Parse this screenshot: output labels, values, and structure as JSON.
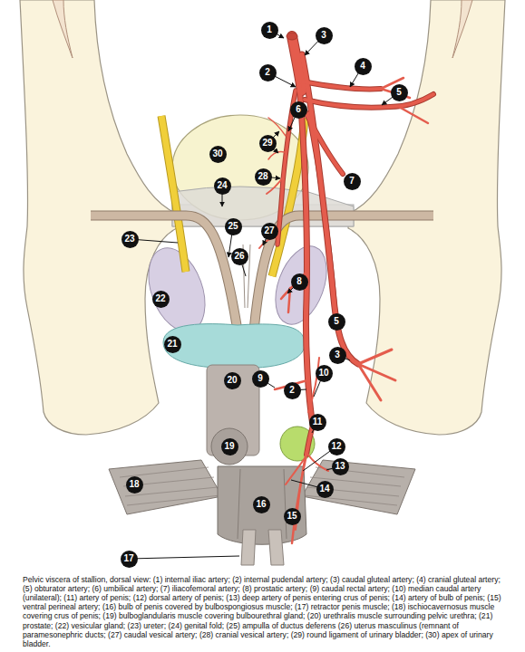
{
  "diagram": {
    "caption": "Pelvic viscera of stallion, dorsal view: (1) internal iliac artery; (2) internal pudendal artery; (3) caudal gluteal artery; (4) cranial gluteal artery; (5) obturator artery; (6) umbilical artery; (7) iliacofemoral artery; (8) prostatic artery; (9) caudal rectal artery; (10) median caudal artery (unilateral); (11) artery of penis; (12) dorsal artery of penis; (13) deep artery of penis entering crus of penis; (14) artery of bulb of penis; (15) ventral perineal artery; (16) bulb of penis covered by bulbospongiosus muscle; (17) retractor penis muscle; (18) ischiocavernosus muscle covering crus of penis; (19) bulboglandularis muscle covering bulbourethral gland; (20) urethralis muscle surrounding pelvic urethra; (21) prostate; (22) vesicular gland; (23) ureter; (24) genital fold; (25) ampulla of ductus deferens (26) uterus masculinus (remnant of paramesonephric ducts; (27) caudal vesical artery; (28) cranial vesical artery; (29) round ligament of urinary bladder; (30) apex of urinary bladder.",
    "nodes": [
      {
        "text": [
          "1"
        ]
      },
      {
        "text": [
          "2"
        ]
      },
      {
        "text": [
          "2"
        ]
      },
      {
        "text": [
          "3"
        ]
      },
      {
        "text": [
          "3"
        ]
      },
      {
        "text": [
          "4"
        ]
      },
      {
        "text": [
          "5"
        ]
      },
      {
        "text": [
          "5"
        ]
      },
      {
        "text": [
          "6"
        ]
      },
      {
        "text": [
          "7"
        ]
      },
      {
        "text": [
          "8"
        ]
      },
      {
        "text": [
          "9"
        ]
      },
      {
        "text": [
          "10"
        ]
      },
      {
        "text": [
          "11"
        ]
      },
      {
        "text": [
          "12"
        ]
      },
      {
        "text": [
          "13"
        ]
      },
      {
        "text": [
          "14"
        ]
      },
      {
        "text": [
          "15"
        ]
      },
      {
        "text": [
          "16"
        ]
      },
      {
        "text": [
          "17"
        ]
      },
      {
        "text": [
          "18"
        ]
      },
      {
        "text": [
          "19"
        ]
      },
      {
        "text": [
          "20"
        ]
      },
      {
        "text": [
          "21"
        ]
      },
      {
        "text": [
          "22"
        ]
      },
      {
        "text": [
          "23"
        ]
      },
      {
        "text": [
          "24"
        ]
      },
      {
        "text": [
          "25"
        ]
      },
      {
        "text": [
          "26"
        ]
      },
      {
        "text": [
          "27"
        ]
      },
      {
        "text": [
          "28"
        ]
      },
      {
        "text": [
          "29"
        ]
      },
      {
        "text": [
          "30"
        ]
      }
    ]
  }
}
